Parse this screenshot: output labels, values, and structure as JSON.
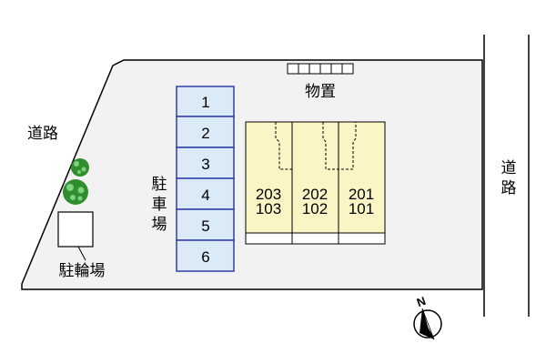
{
  "road_left": "道路",
  "road_right": [
    "道",
    "路"
  ],
  "storage_label": "物置",
  "parking_label": [
    "駐",
    "車",
    "場"
  ],
  "parking_spaces": [
    "1",
    "2",
    "3",
    "4",
    "5",
    "6"
  ],
  "bike_parking_label": "駐輪場",
  "units": [
    {
      "upper": "203",
      "lower": "103"
    },
    {
      "upper": "202",
      "lower": "102"
    },
    {
      "upper": "201",
      "lower": "101"
    }
  ],
  "compass_label": "N",
  "colors": {
    "lot": "#f2f2f2",
    "building": "#fbf5c5",
    "parking": "#dbeaf7",
    "parking_border": "#2f3ea8",
    "tree": "#2f8f2f"
  }
}
